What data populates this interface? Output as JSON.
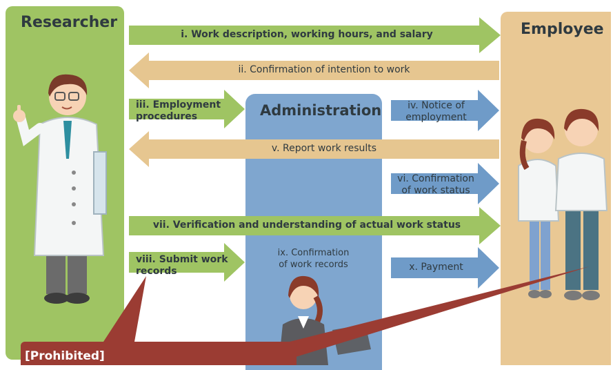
{
  "lanes": {
    "researcher": "Researcher",
    "administration": "Administration",
    "employee": "Employee"
  },
  "steps": {
    "s1": "i. Work description, working hours, and salary",
    "s2": "ii. Confirmation of intention to work",
    "s3_line1": "iii. Employment",
    "s3_line2": "procedures",
    "s4_line1": "iv. Notice of",
    "s4_line2": "employment",
    "s5": "v. Report work results",
    "s6_line1": "vi. Confirmation",
    "s6_line2": "of work status",
    "s7": "vii. Verification and understanding of actual work status",
    "s8_line1": "viii. Submit work",
    "s8_line2": "records",
    "s9_line1": "ix. Confirmation",
    "s9_line2": "of work records",
    "s10": "x. Payment"
  },
  "callout": "[Prohibited]",
  "colors": {
    "green_lane": "#9fc463",
    "tan_lane": "#e9c894",
    "admin_lane": "#7fa6cf",
    "green_arrow": "#9fc463",
    "tan_arrow": "#e6c690",
    "blue_arrow": "#6f9bc8",
    "callout": "#9b3c33"
  },
  "icons": [
    "researcher-figure-icon",
    "clerk-figure-icon",
    "employee-woman-icon",
    "employee-man-icon",
    "laptop-icon"
  ]
}
